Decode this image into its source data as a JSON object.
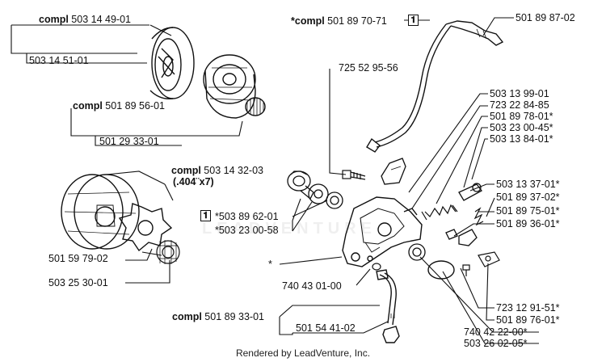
{
  "labels": {
    "l1_kw": "compl",
    "l1_num": "503 14 49-01",
    "l2": "503 14 51-01",
    "l3_kw": "compl",
    "l3_num": "501 89 56-01",
    "l4": "501 29 33-01",
    "l5_kw": "compl",
    "l5_num": "503 14 32-03",
    "l5_sub": "(.404¨x7)",
    "l6": "*503 89 62-01",
    "l7": "*503 23 00-58",
    "l8": "501 59 79-02",
    "l9": "503 25 30-01",
    "l10_kw": "compl",
    "l10_num": "501 89 33-01",
    "l11": "501 54 41-02",
    "l12": "*",
    "l13": "740 43 01-00",
    "l14": "725 52 95-56",
    "l15_kw": "*compl",
    "l15_num": "501 89 70-71",
    "l16": "501 89 87-02",
    "l17": "503 13 99-01",
    "l18": "723 22 84-85",
    "l19": "501 89 78-01*",
    "l20": "503 23 00-45*",
    "l21": "503 13 84-01*",
    "l22": "503 13 37-01*",
    "l23": "501 89 37-02*",
    "l24": "501 89 75-01*",
    "l25": "501 89 36-01*",
    "l26": "723 12 91-51*",
    "l27": "501 89 76-01*",
    "l28": "740 42 22-00*",
    "l29": "503 26 02-05*"
  },
  "credit": "Rendered by LeadVenture, Inc.",
  "watermark": "LEADVENTURE",
  "colors": {
    "ink": "#111111",
    "paper": "#ffffff"
  },
  "icons": [
    "wrench-icon",
    "wrench-icon"
  ]
}
